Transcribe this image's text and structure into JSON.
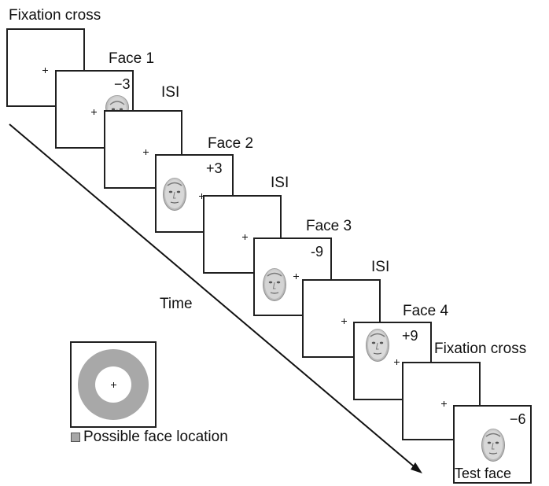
{
  "labels": {
    "fixation_top": "Fixation cross",
    "face_1": "Face 1",
    "isi_1": "ISI",
    "face_2": "Face 2",
    "isi_2": "ISI",
    "face_3": "Face 3",
    "isi_3": "ISI",
    "face_4": "Face 4",
    "fixation_bottom": "Fixation cross",
    "time": "Time",
    "test_face": "Test face",
    "possible_face_location": "Possible face location"
  },
  "offsets": {
    "face_1": "−3",
    "face_2": "+3",
    "face_3": "-9",
    "face_4": "+9",
    "test_face": "−6"
  },
  "colors": {
    "frame": "#1f1f1f",
    "text": "#111111",
    "ring": "#a8a8a8",
    "legend_box": "#a7a7a7"
  },
  "icons": {
    "fixation": "cross-icon",
    "face": "face-icon"
  }
}
